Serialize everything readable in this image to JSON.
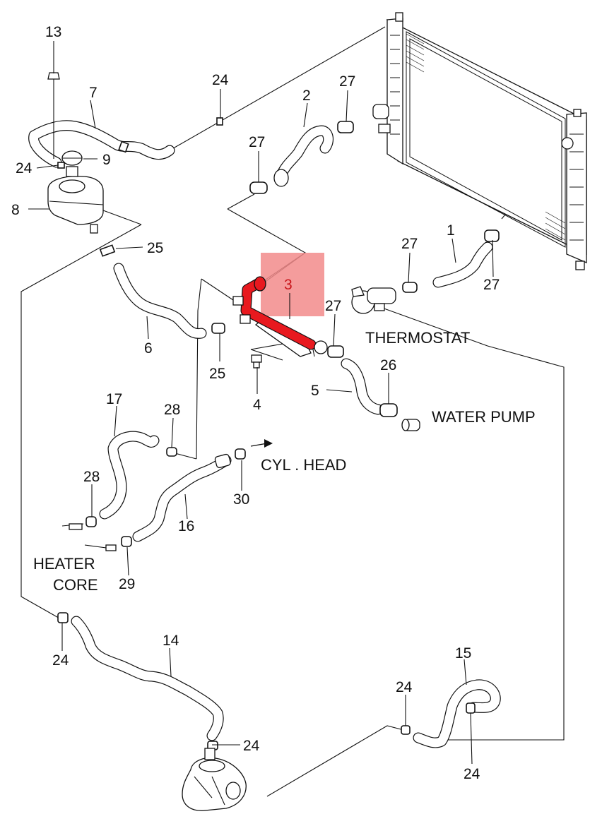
{
  "callouts": {
    "n1": "1",
    "n2": "2",
    "n3": "3",
    "n4": "4",
    "n5": "5",
    "n6": "6",
    "n7": "7",
    "n8": "8",
    "n9": "9",
    "n13": "13",
    "n14": "14",
    "n15": "15",
    "n16": "16",
    "n17": "17",
    "n24": "24",
    "n25": "25",
    "n26": "26",
    "n27": "27",
    "n28": "28",
    "n29": "29",
    "n30": "30"
  },
  "annotations": {
    "thermostat": "THERMOSTAT",
    "water_pump": "WATER PUMP",
    "cyl_head": "CYL . HEAD",
    "heater_core_line1": "HEATER",
    "heater_core_line2": "CORE"
  },
  "highlight": {
    "part_number": "3",
    "fill_color": "#f28b8b",
    "hose_color": "#e8191f",
    "label_color": "#c8151a"
  }
}
